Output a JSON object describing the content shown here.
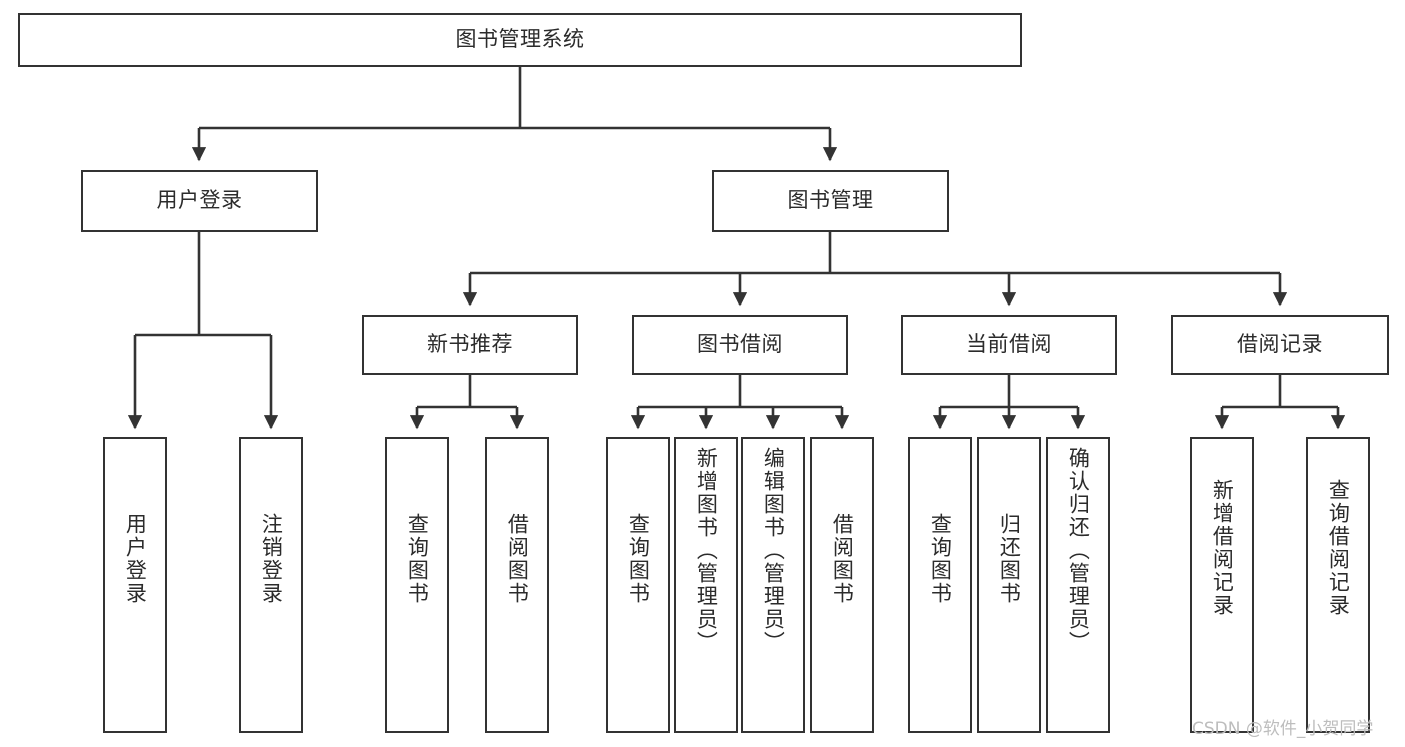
{
  "diagram": {
    "title": "图书管理系统",
    "watermark": "CSDN @软件_小贺同学",
    "line_color": "#333333",
    "box_fill": "#ffffff",
    "text_color": "#2b2b2b",
    "watermark_color": "#bdbdbd",
    "root": {
      "label": "图书管理系统"
    },
    "level2": [
      {
        "label": "用户登录"
      },
      {
        "label": "图书管理"
      }
    ],
    "level3": [
      {
        "label": "新书推荐"
      },
      {
        "label": "图书借阅"
      },
      {
        "label": "当前借阅"
      },
      {
        "label": "借阅记录"
      }
    ],
    "leaves": {
      "user_login": [
        {
          "label": "用户登录"
        },
        {
          "label": "注销登录"
        }
      ],
      "new_book_recommend": [
        {
          "label": "查询图书"
        },
        {
          "label": "借阅图书"
        }
      ],
      "book_borrow": [
        {
          "label": "查询图书"
        },
        {
          "label": "新增图书（管理员）"
        },
        {
          "label": "编辑图书（管理员）"
        },
        {
          "label": "借阅图书"
        }
      ],
      "current_borrow": [
        {
          "label": "查询图书"
        },
        {
          "label": "归还图书"
        },
        {
          "label": "确认归还（管理员）"
        }
      ],
      "borrow_record": [
        {
          "label": "新增借阅记录"
        },
        {
          "label": "查询借阅记录"
        }
      ]
    }
  }
}
